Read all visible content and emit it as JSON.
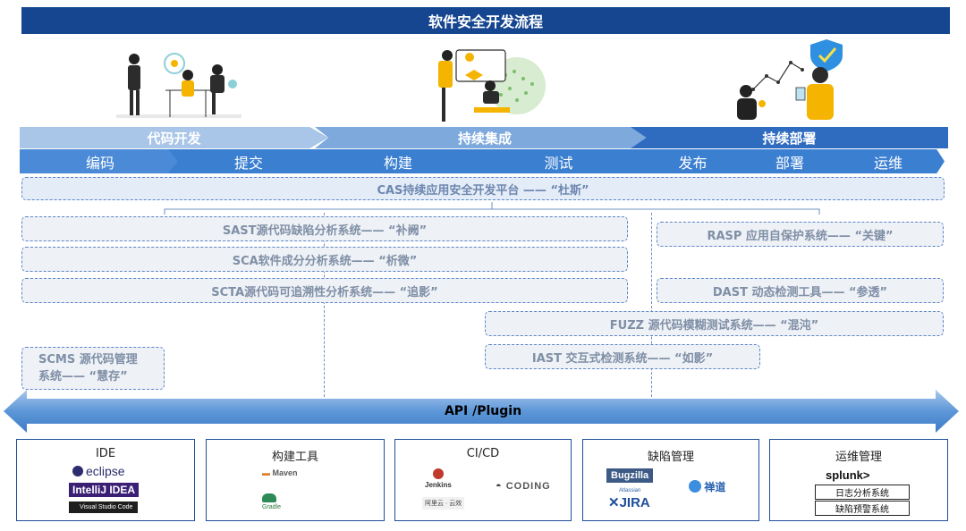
{
  "title": "软件安全开发流程",
  "phases": [
    "代码开发",
    "持续集成",
    "持续部署"
  ],
  "steps": [
    "编码",
    "提交",
    "构建",
    "测试",
    "发布",
    "部署",
    "运维"
  ],
  "platform": "CAS持续应用安全开发平台 —— “杜斯”",
  "systems": {
    "sast": "SAST源代码缺陷分析系统—— “补阙”",
    "sca": "SCA软件成分分析系统—— “析微”",
    "scta": "SCTA源代码可追溯性分析系统—— “追影”",
    "rasp": "RASP 应用自保护系统—— “关键”",
    "dast": "DAST 动态检测工具—— “参透”",
    "fuzz": "FUZZ 源代码模糊测试系统—— “混沌”",
    "iast": "IAST 交互式检测系统—— “如影”",
    "scms_line1": "SCMS 源代码管理",
    "scms_line2": "系统—— “慧存”"
  },
  "api": "API /Plugin",
  "tools": [
    {
      "title": "IDE",
      "logos": [
        "eclipse",
        "IntelliJ IDEA",
        "Visual Studio Code"
      ]
    },
    {
      "title": "构建工具",
      "logos": [
        "Maven",
        "Gradle"
      ]
    },
    {
      "title": "CI/CD",
      "logos": [
        "Jenkins",
        "阿里云 · 云效",
        "CODING"
      ]
    },
    {
      "title": "缺陷管理",
      "logos": [
        "Bugzilla",
        "Atlassian",
        "JIRA",
        "禅道"
      ]
    },
    {
      "title": "运维管理",
      "logos": [
        "splunk>",
        "日志分析系统",
        "缺陷预警系统"
      ]
    }
  ],
  "colors": {
    "title_bg": "#15468f",
    "step": "#3b7fd1",
    "dash": "#5b86c6",
    "tool_border": "#1f4e9a"
  }
}
